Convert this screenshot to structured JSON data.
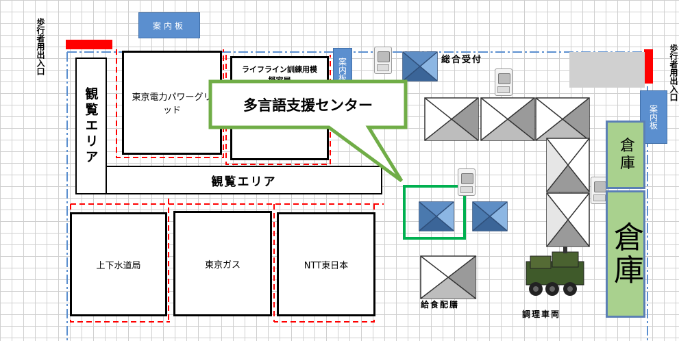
{
  "pedestrian_entrance_left": "歩行者用出入口",
  "pedestrian_entrance_right": "歩行者用出入口",
  "info_board_top": "案内板",
  "info_board_mid": "案内板",
  "info_board_right": "案内板",
  "viewing_area_vertical": "観覧エリア",
  "viewing_area_horizontal": "観覧エリア",
  "tepco": "東京電力パワーグリッド",
  "lifeline": "ライフライン訓練用模擬家屋",
  "callout": "多言語支援センター",
  "sewerage": "上下水道局",
  "tokyo_gas": "東京ガス",
  "ntt": "NTT東日本",
  "reception": "総合受付",
  "warehouse_small": "倉庫",
  "warehouse_large": "倉庫",
  "meal_serving": "給食配膳",
  "cooking_vehicle": "調理車両",
  "colors": {
    "grid": "#cfcfcf",
    "sign_blue": "#5b8fcf",
    "callout_green": "#70ad47",
    "highlight_green": "#00b050",
    "warehouse_green": "#a9d18e",
    "red": "#ff0000",
    "tent_blue": "#6e9fd4"
  }
}
